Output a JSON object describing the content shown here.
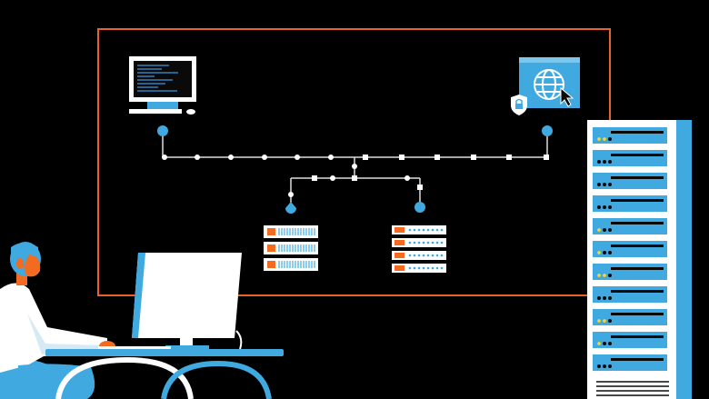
{
  "colors": {
    "background": "#000000",
    "frame": "#e8622b",
    "accent_blue": "#3fa9e0",
    "light_blue": "#7cc7ee",
    "white": "#ffffff",
    "orange": "#f26b21",
    "line": "#dddddd",
    "dark": "#0a0a0a",
    "code_blue": "#2f7fc0",
    "yellow_led": "#e8d84a"
  },
  "icons": {
    "workstation": "monitor-icon",
    "web": "globe-icon",
    "security": "lock-shield-icon",
    "cursor": "cursor-arrow-icon"
  },
  "nodes": [
    {
      "id": "workstation",
      "label": ""
    },
    {
      "id": "web-browser",
      "label": ""
    },
    {
      "id": "server-left",
      "label": ""
    },
    {
      "id": "server-right",
      "label": ""
    },
    {
      "id": "server-rack",
      "label": ""
    }
  ]
}
